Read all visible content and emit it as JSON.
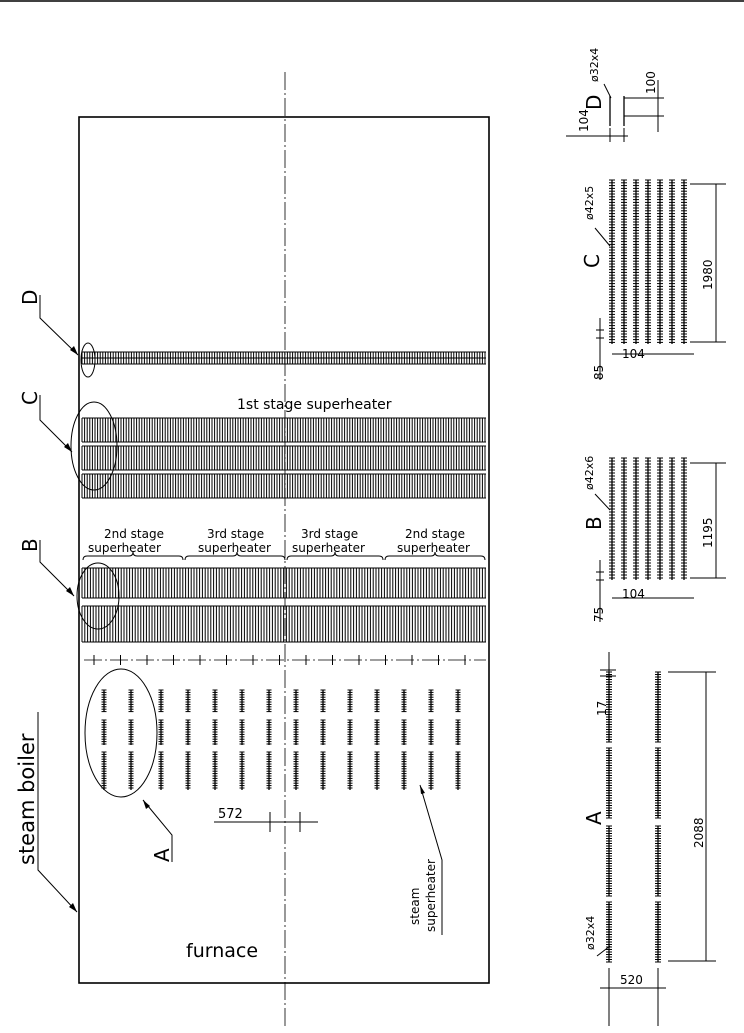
{
  "labels": {
    "steam_boiler": "steam boiler",
    "furnace": "furnace",
    "steam_superheater_line1": "steam",
    "steam_superheater_line2": "superheater",
    "first_stage": "1st stage superheater",
    "second_stage_left_1": "2nd stage",
    "second_stage_left_2": "superheater",
    "third_stage_left_1": "3rd stage",
    "third_stage_left_2": "superheater",
    "third_stage_right_1": "3rd stage",
    "third_stage_right_2": "superheater",
    "second_stage_right_1": "2nd stage",
    "second_stage_right_2": "superheater"
  },
  "callouts": {
    "A": "A",
    "B": "B",
    "C": "C",
    "D": "D"
  },
  "dimensions": {
    "pitch_main": "572"
  },
  "details": {
    "A": {
      "letter": "A",
      "tube": "ø32x4",
      "fin": "17",
      "length": "2088",
      "spacing": "520"
    },
    "B": {
      "letter": "B",
      "tube": "ø42x6",
      "fin": "75",
      "length": "1195",
      "spacing": "104"
    },
    "C": {
      "letter": "C",
      "tube": "ø42x5",
      "fin": "85",
      "length": "1980",
      "spacing": "104"
    },
    "D": {
      "letter": "D",
      "tube": "ø32x4",
      "spacing": "104",
      "pitch": "100"
    }
  }
}
